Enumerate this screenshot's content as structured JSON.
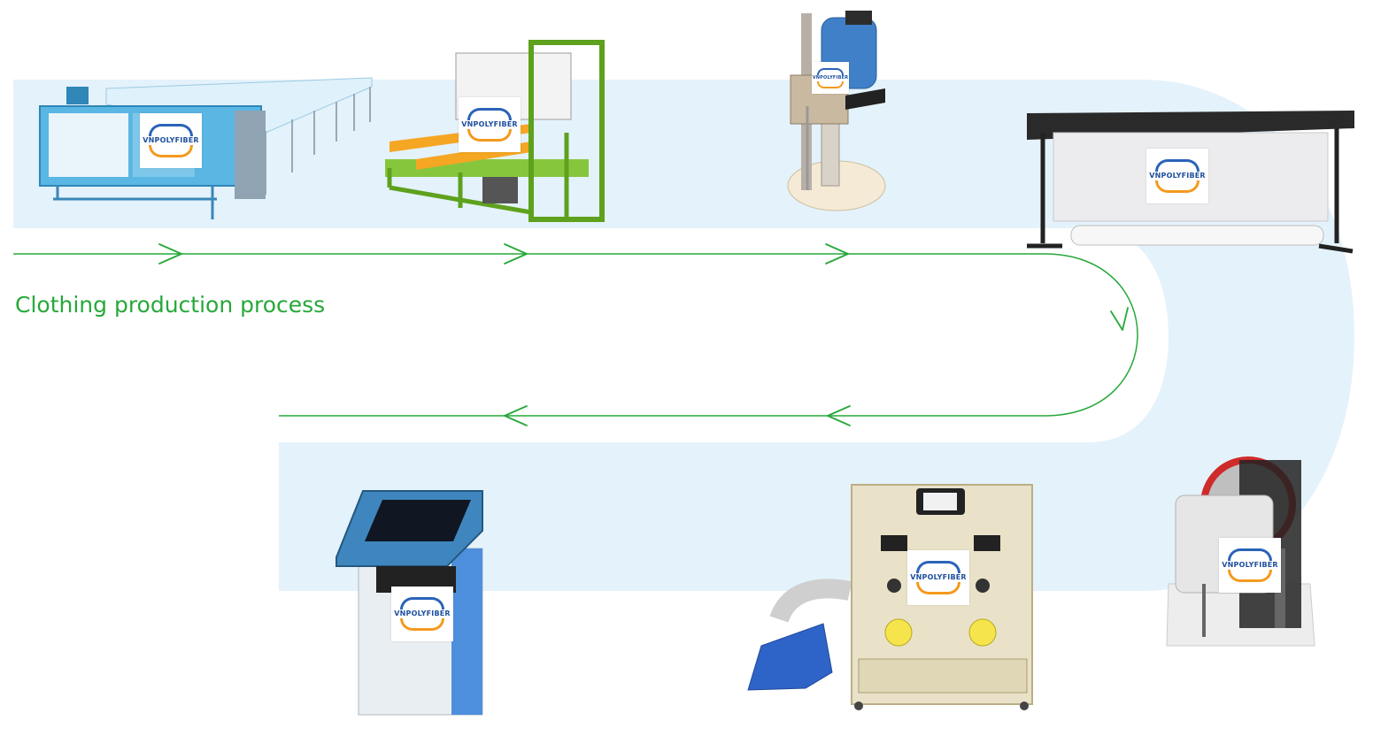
{
  "diagram": {
    "title": "Clothing production process",
    "brand_label": "VNPOLYFIBER",
    "stages": [
      {
        "id": "spreading-machine",
        "label": ""
      },
      {
        "id": "fusing-machine",
        "label": ""
      },
      {
        "id": "cloth-cutter",
        "label": ""
      },
      {
        "id": "plotter",
        "label": ""
      },
      {
        "id": "button-press",
        "label": ""
      },
      {
        "id": "filling-machine",
        "label": ""
      },
      {
        "id": "control-cabinet",
        "label": ""
      }
    ],
    "colors": {
      "arrow": "#27a83a",
      "band": "#e4f2fb",
      "title": "#27a83a",
      "brand_blue": "#2a63b8",
      "brand_orange": "#f39a1e"
    },
    "icons": [
      "arrow-right-icon",
      "arrow-down-icon",
      "arrow-left-icon"
    ]
  }
}
